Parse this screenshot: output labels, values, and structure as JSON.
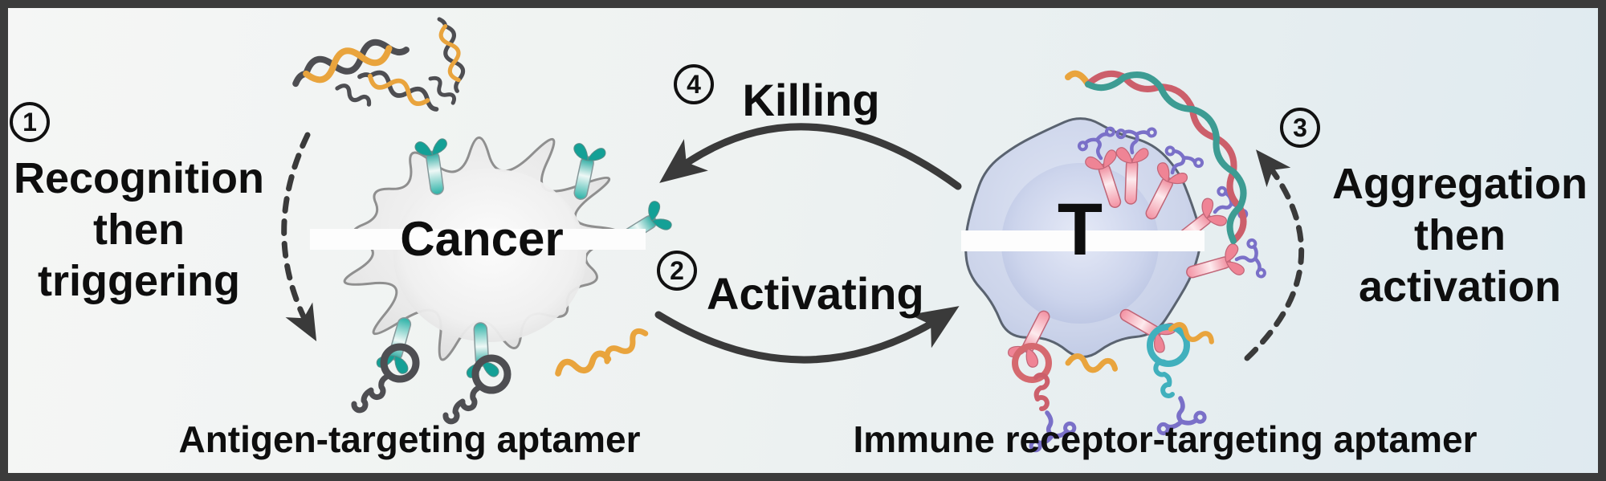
{
  "steps": {
    "one": {
      "num": "1",
      "label": "Recognition\nthen\ntriggering"
    },
    "two": {
      "num": "2",
      "label": "Activating"
    },
    "three": {
      "num": "3",
      "label": "Aggregation\nthen\nactivation"
    },
    "four": {
      "num": "4",
      "label": "Killing"
    }
  },
  "cells": {
    "cancer": {
      "label": "Cancer",
      "caption": "Antigen-targeting aptamer"
    },
    "t_cell": {
      "label": "T",
      "caption": "Immune receptor-targeting aptamer"
    }
  },
  "icons": {
    "cancer_cell": "gray spiky tumor cell",
    "t_cell": "lavender T lymphocyte",
    "antigen_aptamer": "dark hairpin loop aptamer",
    "immune_aptamer": "purple aptamer on pink receptor",
    "dna_duplex": "orange-gray double helix",
    "dna_scaffold": "red-teal double helix",
    "orange_strand": "orange ssDNA squiggle"
  },
  "colors": {
    "arrow": "#3a3a3a",
    "teal": "#14a096",
    "orange": "#e9a43d",
    "dark": "#4e4e52",
    "pink": "#ef8495",
    "purple": "#7a70c8",
    "redhx": "#cc5f6b",
    "tealhx": "#3d9c93",
    "redc": "#d5696f",
    "cyan": "#41b0bd"
  }
}
